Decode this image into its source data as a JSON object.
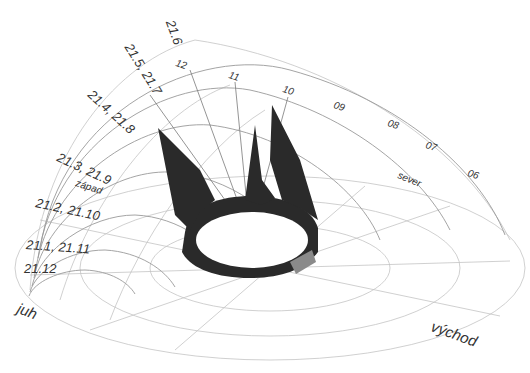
{
  "diagram": {
    "labels": [
      "21.6",
      "21.5, 21.7",
      "21.4, 21.8",
      "21.3, 21.9",
      "21.2, 21.10",
      "21.1, 21.11",
      "21.12",
      "12",
      "11",
      "10",
      "09",
      "08",
      "07",
      "06",
      "západ",
      "sever",
      "juh",
      "východ"
    ]
  }
}
